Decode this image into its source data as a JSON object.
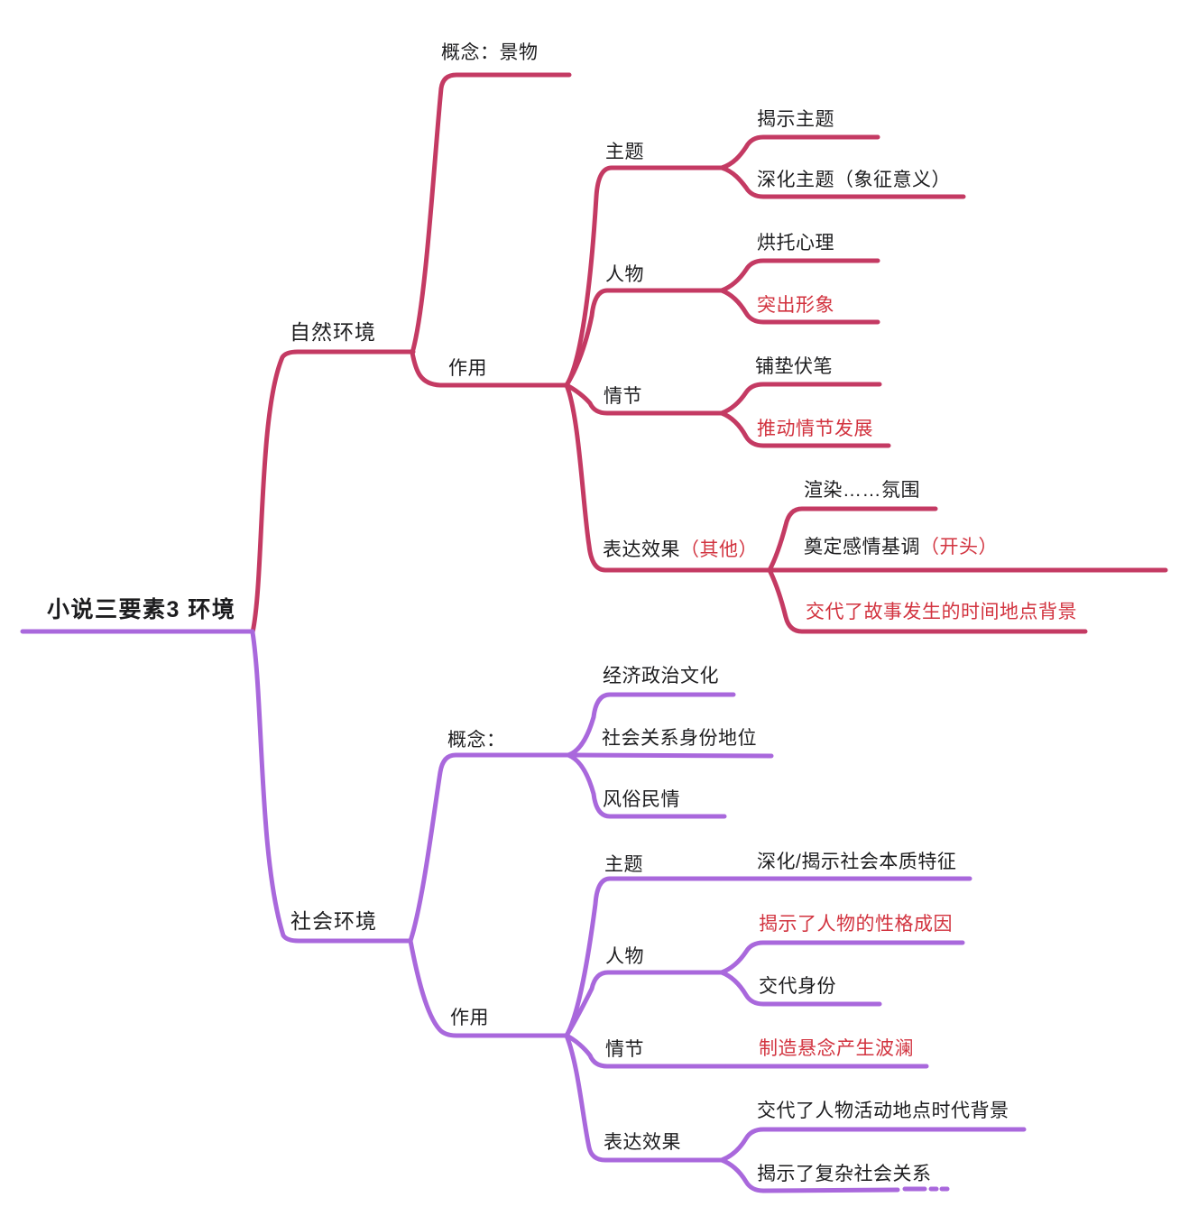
{
  "colors": {
    "branch_red": "#c43a63",
    "branch_purple": "#a968dc",
    "text_red": "#d2333f",
    "text_black": "#1d1d1f",
    "background": "#ffffff"
  },
  "root": {
    "label": "小说三要素3 环境"
  },
  "natural": {
    "label": "自然环境",
    "concept_label": "概念：景物",
    "function_label": "作用",
    "theme": {
      "label": "主题",
      "child_1": "揭示主题",
      "child_2": "深化主题（象征意义）"
    },
    "character": {
      "label": "人物",
      "child_1": "烘托心理",
      "child_2": "突出形象"
    },
    "plot": {
      "label": "情节",
      "child_1": "铺垫伏笔",
      "child_2": "推动情节发展"
    },
    "effect": {
      "label_main": "表达效果",
      "label_paren": "（其他）",
      "child_1": "渲染……氛围",
      "child_2_main": "奠定感情基调",
      "child_2_paren": "（开头）",
      "child_3": "交代了故事发生的时间地点背景"
    }
  },
  "social": {
    "label": "社会环境",
    "concept": {
      "label": "概念：",
      "child_1": "经济政治文化",
      "child_2": "社会关系身份地位",
      "child_3": "风俗民情"
    },
    "function_label": "作用",
    "theme": {
      "label": "主题",
      "child_1": "深化/揭示社会本质特征"
    },
    "character": {
      "label": "人物",
      "child_1": "揭示了人物的性格成因",
      "child_2": "交代身份"
    },
    "plot": {
      "label": "情节",
      "child_1": "制造悬念产生波澜"
    },
    "effect": {
      "label": "表达效果",
      "child_1": "交代了人物活动地点时代背景",
      "child_2": "揭示了复杂社会关系"
    }
  }
}
